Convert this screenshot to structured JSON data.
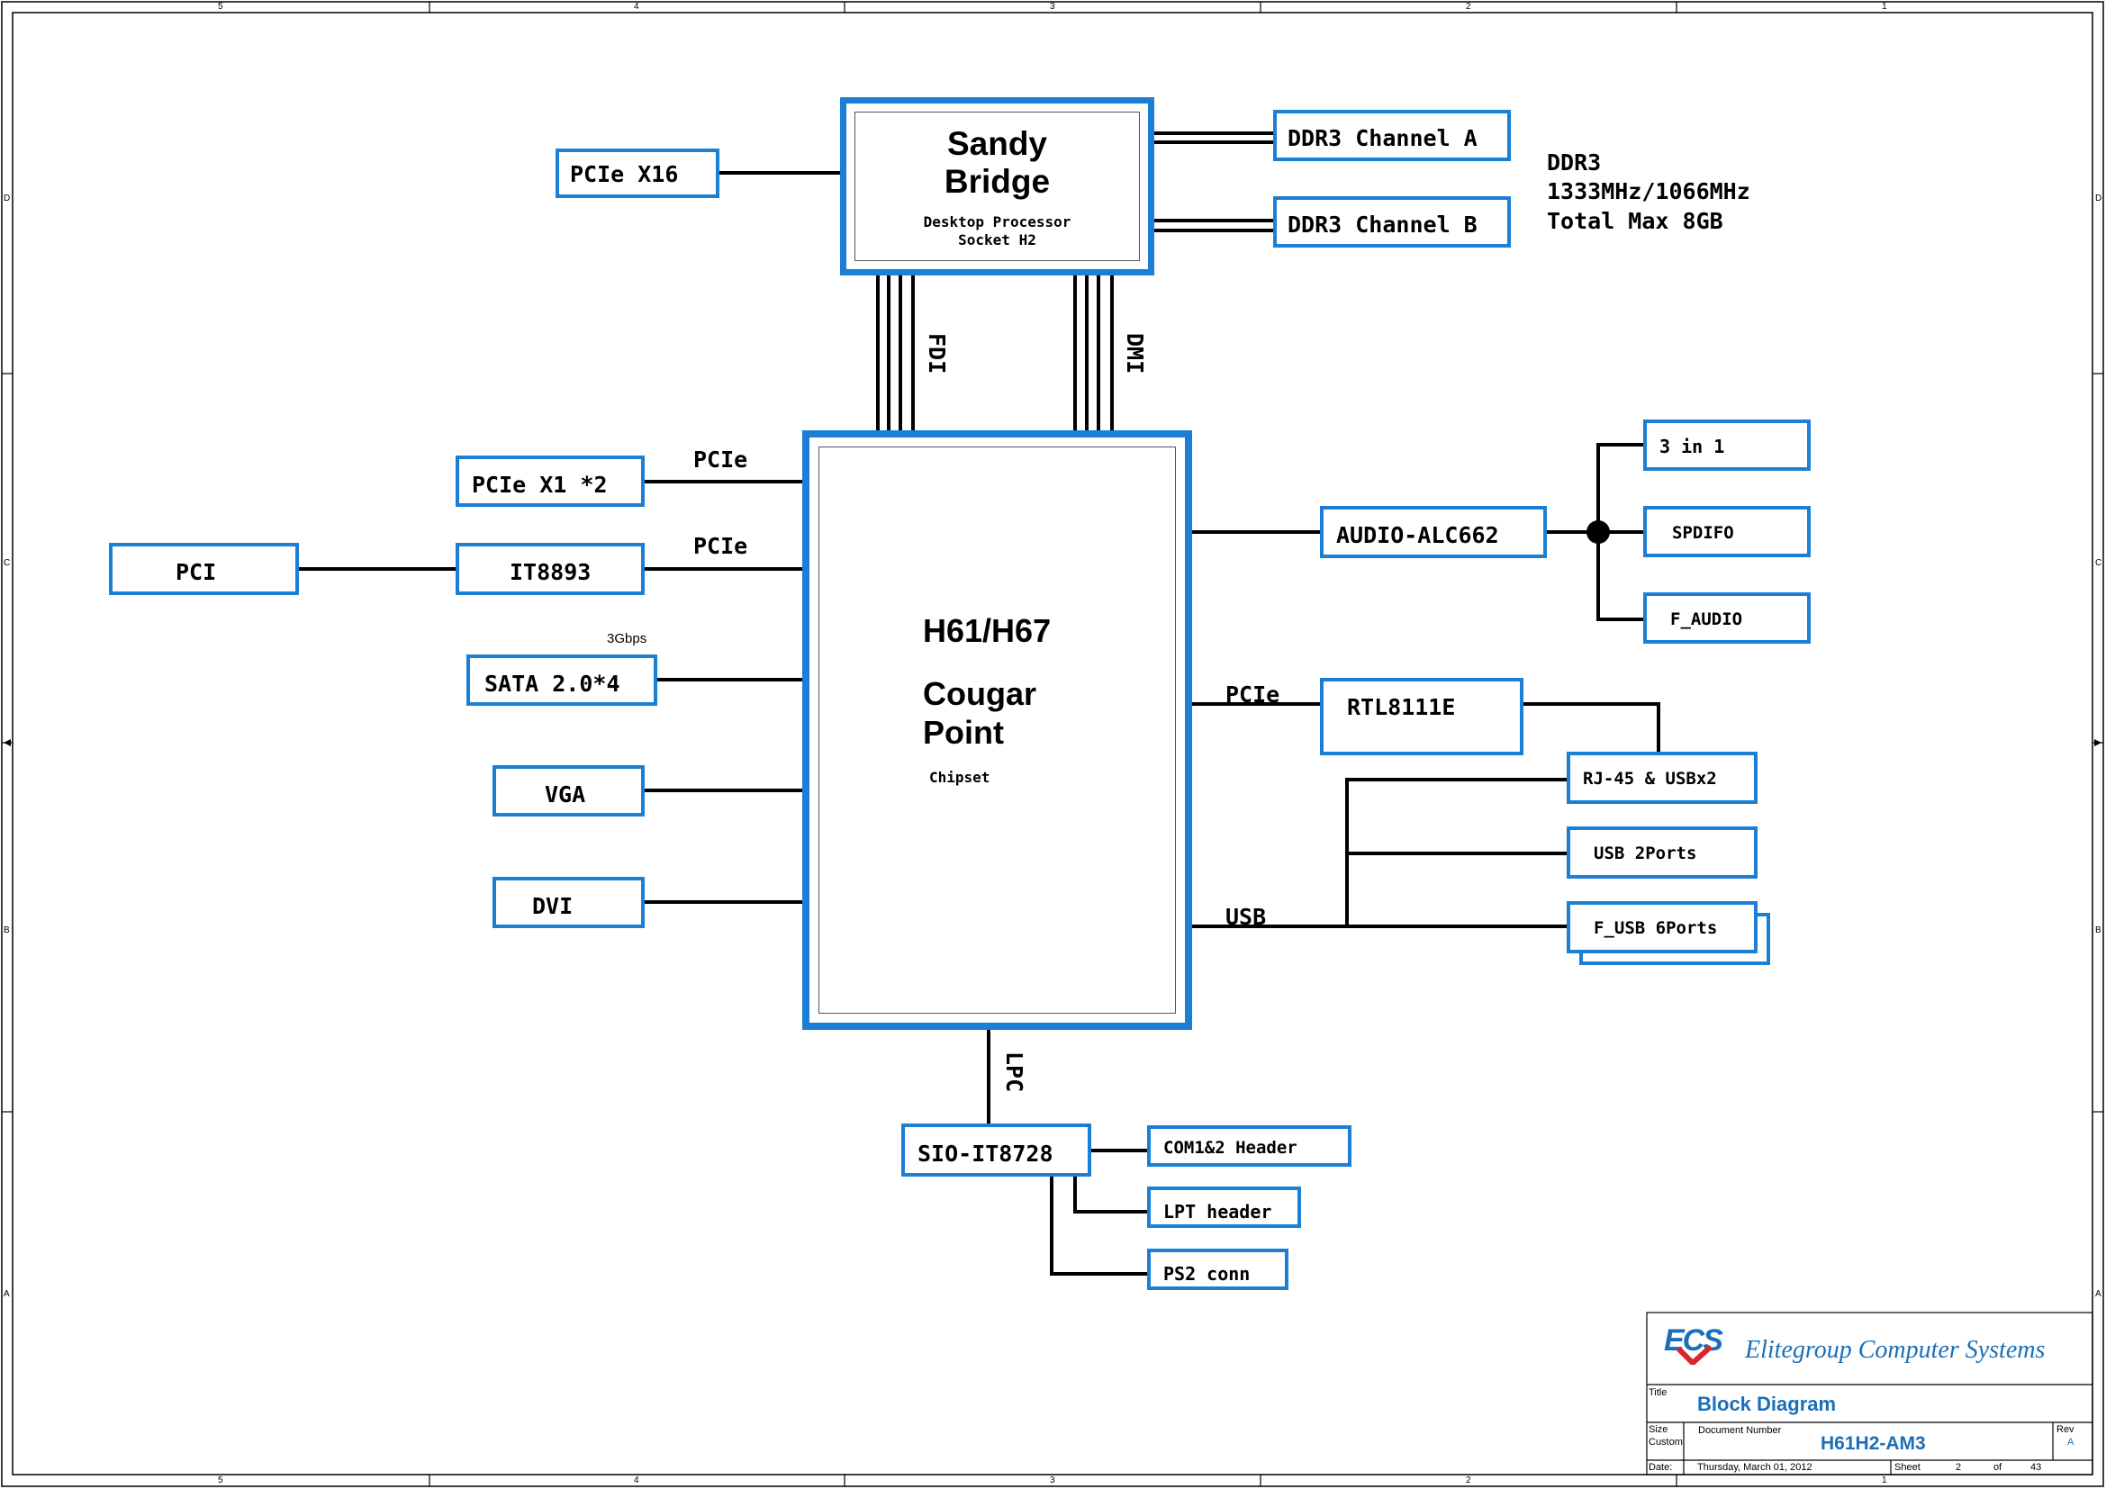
{
  "border_marks": {
    "columns": [
      "5",
      "4",
      "3",
      "2",
      "1"
    ],
    "rows": [
      "D",
      "C",
      "B",
      "A"
    ]
  },
  "cpu": {
    "name_line1": "Sandy",
    "name_line2": "Bridge",
    "sub_line1": "Desktop Processor",
    "sub_line2": "Socket H2"
  },
  "chipset": {
    "name": "H61/H67",
    "name2_line1": "Cougar",
    "name2_line2": "Point",
    "sub": "Chipset"
  },
  "blocks": {
    "pcie_x16": "PCIe X16",
    "ddr3_a": "DDR3 Channel A",
    "ddr3_b": "DDR3 Channel B",
    "pcie_x1": "PCIe X1 *2",
    "pci": "PCI",
    "it8893": "IT8893",
    "sata": "SATA 2.0*4",
    "vga": "VGA",
    "dvi": "DVI",
    "audio": "AUDIO-ALC662",
    "three_in_one": "3 in 1",
    "spdifo": "SPDIFO",
    "f_audio": "F_AUDIO",
    "rtl": "RTL8111E",
    "rj45": "RJ-45 & USBx2",
    "usb2": "USB 2Ports",
    "f_usb": "F_USB 6Ports",
    "sio": "SIO-IT8728",
    "com": "COM1&2 Header",
    "lpt": "LPT header",
    "ps2": "PS2 conn"
  },
  "ddr_note": {
    "line1": "DDR3",
    "line2": "1333MHz/1066MHz",
    "line3": "Total Max 8GB"
  },
  "bus_labels": {
    "fdi": "FDI",
    "dmi": "DMI",
    "pcie_top": "PCIe",
    "pcie_mid": "PCIe",
    "sata_speed": "3Gbps",
    "pcie_right": "PCIe",
    "usb": "USB",
    "lpc": "LPC"
  },
  "title_block": {
    "company": "Elitegroup Computer Systems",
    "logo_text": "ECS",
    "title_label": "Title",
    "title": "Block Diagram",
    "size_label": "Size",
    "size_value": "Custom",
    "docnum_label": "Document Number",
    "docnum": "H61H2-AM3",
    "rev_label": "Rev",
    "rev": "A",
    "date_label": "Date:",
    "date": "Thursday, March 01, 2012",
    "sheet_label": "Sheet",
    "sheet": "2",
    "of_label": "of",
    "total": "43"
  },
  "colors": {
    "box_border": "#1b7fd6",
    "title_blue": "#1a6fb8",
    "logo_red": "#d8262f"
  }
}
